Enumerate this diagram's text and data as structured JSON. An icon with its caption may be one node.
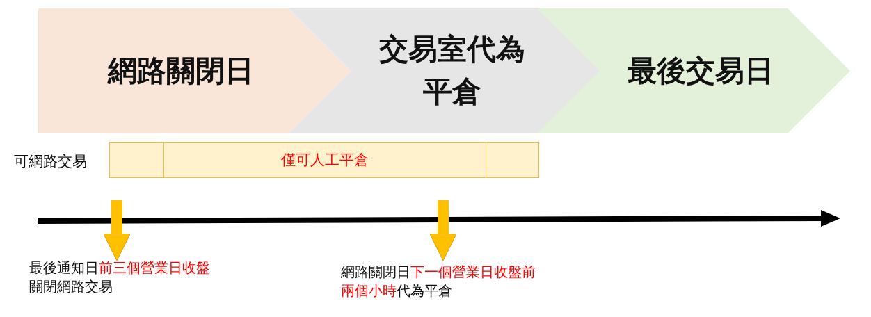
{
  "diagram": {
    "nodes": [
      {
        "text": [
          "網路關閉日"
        ]
      },
      {
        "text": [
          "交易室代為平倉"
        ]
      },
      {
        "text": [
          "最後交易日"
        ]
      },
      {
        "text": [],
        "shape": "box"
      },
      {
        "text": [
          "僅可人工平倉"
        ]
      },
      {
        "text": [],
        "shape": "box"
      },
      {
        "text": [
          "最後通知日",
          "前三個營業日收盤",
          "關閉網路交易"
        ]
      },
      {
        "text": [
          "網路關閉日",
          "下一個營業日收盤前兩個小時",
          "代為平倉"
        ]
      }
    ],
    "edges": [
      {
        "from": null,
        "to": 6,
        "arrow": "to"
      },
      {
        "from": null,
        "to": 7,
        "arrow": "to"
      }
    ],
    "labels": [
      "可網路交易"
    ]
  }
}
